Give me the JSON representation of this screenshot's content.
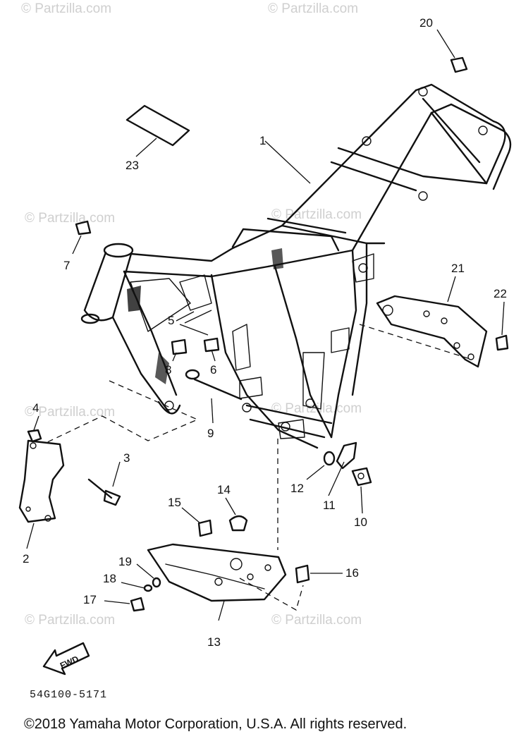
{
  "watermark": "© Partzilla.com",
  "callouts": [
    "1",
    "2",
    "3",
    "4",
    "5",
    "6",
    "7",
    "8",
    "9",
    "10",
    "11",
    "12",
    "13",
    "14",
    "15",
    "16",
    "17",
    "18",
    "19",
    "20",
    "21",
    "22",
    "23"
  ],
  "fwd_label": "FWD",
  "part_code": "54G100-5171",
  "copyright": "©2018 Yamaha Motor Corporation, U.S.A. All rights reserved."
}
